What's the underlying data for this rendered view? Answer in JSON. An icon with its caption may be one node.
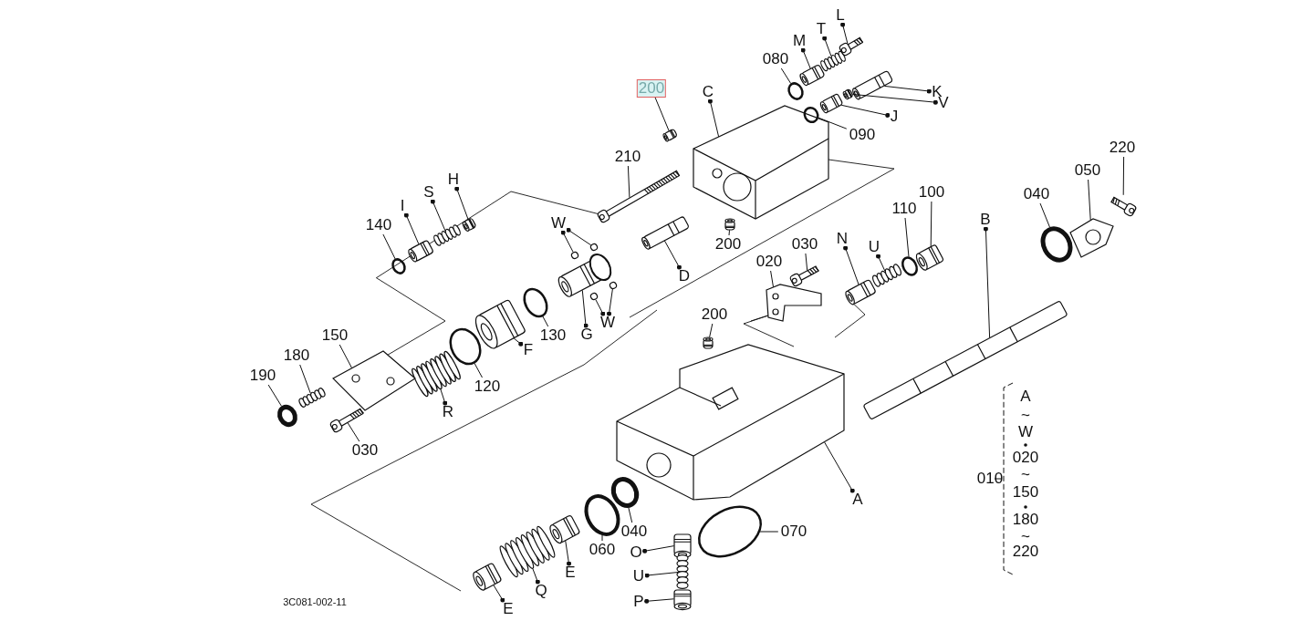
{
  "diagram": {
    "nodes": [
      {
        "text": [
          "200"
        ]
      },
      {
        "text": [
          "C"
        ]
      },
      {
        "text": [
          "080"
        ]
      },
      {
        "text": [
          "M"
        ]
      },
      {
        "text": [
          "T"
        ]
      },
      {
        "text": [
          "L"
        ]
      },
      {
        "text": [
          "K"
        ]
      },
      {
        "text": [
          "V"
        ]
      },
      {
        "text": [
          "J"
        ]
      },
      {
        "text": [
          "090"
        ]
      },
      {
        "text": [
          "210"
        ]
      },
      {
        "text": [
          "200"
        ]
      },
      {
        "text": [
          "140"
        ]
      },
      {
        "text": [
          "I"
        ]
      },
      {
        "text": [
          "S"
        ]
      },
      {
        "text": [
          "H"
        ]
      },
      {
        "text": [
          "W"
        ]
      },
      {
        "text": [
          "D"
        ]
      },
      {
        "text": [
          "W"
        ]
      },
      {
        "text": [
          "G"
        ]
      },
      {
        "text": [
          "130"
        ]
      },
      {
        "text": [
          "F"
        ]
      },
      {
        "text": [
          "120"
        ]
      },
      {
        "text": [
          "R"
        ]
      },
      {
        "text": [
          "150"
        ]
      },
      {
        "text": [
          "180"
        ]
      },
      {
        "text": [
          "190"
        ]
      },
      {
        "text": [
          "030"
        ]
      },
      {
        "text": [
          "020"
        ]
      },
      {
        "text": [
          "030"
        ]
      },
      {
        "text": [
          "N"
        ]
      },
      {
        "text": [
          "U"
        ]
      },
      {
        "text": [
          "110"
        ]
      },
      {
        "text": [
          "100"
        ]
      },
      {
        "text": [
          "B"
        ]
      },
      {
        "text": [
          "040"
        ]
      },
      {
        "text": [
          "050"
        ]
      },
      {
        "text": [
          "220"
        ]
      },
      {
        "text": [
          "200"
        ]
      },
      {
        "text": [
          "A"
        ]
      },
      {
        "text": [
          "040"
        ]
      },
      {
        "text": [
          "060"
        ]
      },
      {
        "text": [
          "E"
        ]
      },
      {
        "text": [
          "070"
        ]
      },
      {
        "text": [
          "O"
        ]
      },
      {
        "text": [
          "U"
        ]
      },
      {
        "text": [
          "P"
        ]
      },
      {
        "text": [
          "Q"
        ]
      },
      {
        "text": [
          "E"
        ]
      },
      {
        "text": [],
        "shape": "picture"
      },
      {
        "text": [],
        "shape": "picture"
      },
      {
        "text": [],
        "shape": "circle"
      },
      {
        "text": [],
        "shape": "picture"
      },
      {
        "text": [],
        "shape": "picture"
      },
      {
        "text": [],
        "shape": "picture"
      },
      {
        "text": [],
        "shape": "picture"
      },
      {
        "text": [],
        "shape": "picture"
      },
      {
        "text": [],
        "shape": "picture"
      },
      {
        "text": [],
        "shape": "circle"
      },
      {
        "text": [],
        "shape": "picture"
      },
      {
        "text": [],
        "shape": "picture"
      },
      {
        "text": [],
        "shape": "circle"
      },
      {
        "text": [],
        "shape": "picture"
      },
      {
        "text": [],
        "shape": "picture"
      },
      {
        "text": [],
        "shape": "picture"
      },
      {
        "text": [],
        "shape": "circle"
      },
      {
        "text": [],
        "shape": "circle"
      },
      {
        "text": [],
        "shape": "picture"
      },
      {
        "text": [],
        "shape": "circle"
      },
      {
        "text": [],
        "shape": "circle"
      },
      {
        "text": [],
        "shape": "picture"
      },
      {
        "text": [],
        "shape": "circle"
      },
      {
        "text": [],
        "shape": "picture"
      },
      {
        "text": [],
        "shape": "circle"
      },
      {
        "text": [],
        "shape": "picture"
      },
      {
        "text": [],
        "shape": "picture"
      },
      {
        "text": [],
        "shape": "picture"
      },
      {
        "text": [],
        "shape": "circle"
      },
      {
        "text": [],
        "shape": "picture"
      },
      {
        "text": [],
        "shape": "picture"
      },
      {
        "text": [],
        "shape": "picture"
      },
      {
        "text": [],
        "shape": "picture"
      },
      {
        "text": [],
        "shape": "picture"
      },
      {
        "text": [],
        "shape": "circle"
      },
      {
        "text": [],
        "shape": "picture"
      },
      {
        "text": [],
        "shape": "picture"
      },
      {
        "text": [],
        "shape": "circle"
      },
      {
        "text": [],
        "shape": "picture"
      },
      {
        "text": [],
        "shape": "picture"
      },
      {
        "text": [],
        "shape": "picture"
      },
      {
        "text": [],
        "shape": "picture"
      },
      {
        "text": [],
        "shape": "circle"
      },
      {
        "text": [],
        "shape": "circle"
      },
      {
        "text": [],
        "shape": "picture"
      },
      {
        "text": [],
        "shape": "circle"
      },
      {
        "text": [],
        "shape": "picture"
      },
      {
        "text": [],
        "shape": "picture"
      },
      {
        "text": [],
        "shape": "picture"
      },
      {
        "text": [],
        "shape": "picture"
      },
      {
        "text": [],
        "shape": "picture"
      }
    ],
    "edges": [
      {
        "from": 0,
        "to": 49,
        "arrow": "none"
      },
      {
        "from": 1,
        "to": 50,
        "arrow": "other"
      },
      {
        "from": 2,
        "to": 51,
        "arrow": "none"
      },
      {
        "from": 3,
        "to": 52,
        "arrow": "other"
      },
      {
        "from": 4,
        "to": 53,
        "arrow": "other"
      },
      {
        "from": 5,
        "to": 54,
        "arrow": "other"
      },
      {
        "from": 6,
        "to": 55,
        "arrow": "other"
      },
      {
        "from": 7,
        "to": 56,
        "arrow": "other"
      },
      {
        "from": 8,
        "to": 57,
        "arrow": "other"
      },
      {
        "from": 9,
        "to": 58,
        "arrow": "none"
      },
      {
        "from": 10,
        "to": 59,
        "arrow": "none"
      },
      {
        "from": 11,
        "to": 60,
        "arrow": "none"
      },
      {
        "from": 12,
        "to": 61,
        "arrow": "none"
      },
      {
        "from": 13,
        "to": 62,
        "arrow": "other"
      },
      {
        "from": 14,
        "to": 63,
        "arrow": "other"
      },
      {
        "from": 15,
        "to": 64,
        "arrow": "other"
      },
      {
        "from": 16,
        "to": 65,
        "arrow": "other"
      },
      {
        "from": 16,
        "to": 66,
        "arrow": "other"
      },
      {
        "from": 17,
        "to": 67,
        "arrow": "other"
      },
      {
        "from": 18,
        "to": 68,
        "arrow": "other"
      },
      {
        "from": 18,
        "to": 69,
        "arrow": "other"
      },
      {
        "from": 19,
        "to": 70,
        "arrow": "other"
      },
      {
        "from": 20,
        "to": 71,
        "arrow": "none"
      },
      {
        "from": 21,
        "to": 72,
        "arrow": "other"
      },
      {
        "from": 22,
        "to": 73,
        "arrow": "none"
      },
      {
        "from": 23,
        "to": 74,
        "arrow": "other"
      },
      {
        "from": 24,
        "to": 75,
        "arrow": "none"
      },
      {
        "from": 25,
        "to": 76,
        "arrow": "none"
      },
      {
        "from": 26,
        "to": 77,
        "arrow": "none"
      },
      {
        "from": 27,
        "to": 78,
        "arrow": "none"
      },
      {
        "from": 28,
        "to": 79,
        "arrow": "none"
      },
      {
        "from": 29,
        "to": 80,
        "arrow": "none"
      },
      {
        "from": 30,
        "to": 81,
        "arrow": "other"
      },
      {
        "from": 31,
        "to": 82,
        "arrow": "other"
      },
      {
        "from": 32,
        "to": 83,
        "arrow": "none"
      },
      {
        "from": 33,
        "to": 84,
        "arrow": "none"
      },
      {
        "from": 34,
        "to": 85,
        "arrow": "other"
      },
      {
        "from": 35,
        "to": 86,
        "arrow": "none"
      },
      {
        "from": 36,
        "to": 87,
        "arrow": "none"
      },
      {
        "from": 37,
        "to": 88,
        "arrow": "none"
      },
      {
        "from": 38,
        "to": 89,
        "arrow": "none"
      },
      {
        "from": 39,
        "to": 90,
        "arrow": "other"
      },
      {
        "from": 40,
        "to": 91,
        "arrow": "none"
      },
      {
        "from": 41,
        "to": 92,
        "arrow": "none"
      },
      {
        "from": 42,
        "to": 93,
        "arrow": "other"
      },
      {
        "from": 43,
        "to": 94,
        "arrow": "none"
      },
      {
        "from": 44,
        "to": 95,
        "arrow": "other"
      },
      {
        "from": 45,
        "to": 96,
        "arrow": "other"
      },
      {
        "from": 46,
        "to": 97,
        "arrow": "other"
      },
      {
        "from": 47,
        "to": 98,
        "arrow": "other"
      },
      {
        "from": 48,
        "to": 99,
        "arrow": "other"
      }
    ],
    "labels": [
      "010",
      "A",
      "~",
      "W",
      "020",
      "~",
      "150",
      "180",
      "~",
      "220",
      "3C081-002-11"
    ]
  }
}
